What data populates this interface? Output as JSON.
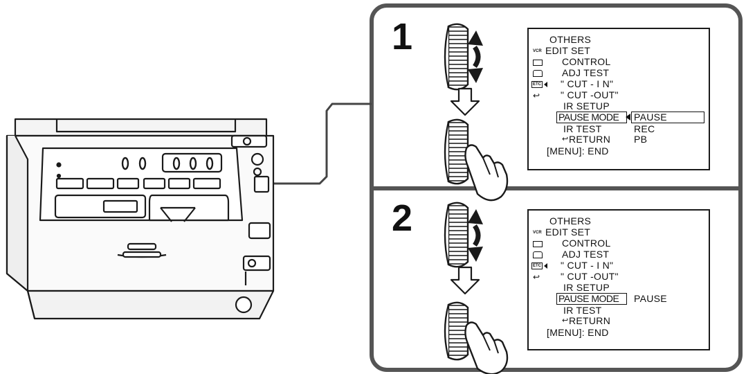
{
  "steps": [
    {
      "number": "1",
      "menu": {
        "title": "OTHERS",
        "items": [
          "EDIT SET",
          "CONTROL",
          "ADJ TEST",
          "\" CUT - I N\"",
          "\" CUT -OUT\"",
          "IR SETUP",
          "PAUSE MODE",
          "IR TEST",
          "RETURN"
        ],
        "options": [
          "PAUSE",
          "REC",
          "PB"
        ],
        "footer": "[MENU]: END",
        "icons": [
          "vcr-icon",
          "camera-tape-icon",
          "cassette-icon",
          "etc-icon",
          "return-icon"
        ],
        "icon_labels": [
          "VCR",
          "ETC"
        ]
      }
    },
    {
      "number": "2",
      "menu": {
        "title": "OTHERS",
        "items": [
          "EDIT SET",
          "CONTROL",
          "ADJ TEST",
          "\" CUT - I N\"",
          "\" CUT -OUT\"",
          "IR SETUP",
          "PAUSE MODE",
          "IR TEST",
          "RETURN"
        ],
        "selected_value": "PAUSE",
        "footer": "[MENU]: END",
        "icons": [
          "vcr-icon",
          "camera-tape-icon",
          "cassette-icon",
          "etc-icon",
          "return-icon"
        ],
        "icon_labels": [
          "VCR",
          "ETC"
        ]
      }
    }
  ],
  "device": {
    "name_icon": "video-deck-icon",
    "counter_digits": [
      "0",
      "0",
      "0",
      "0",
      "0"
    ]
  },
  "icons": [
    "jog-dial-rotate-icon",
    "down-arrow-icon",
    "pressing-hand-icon"
  ]
}
